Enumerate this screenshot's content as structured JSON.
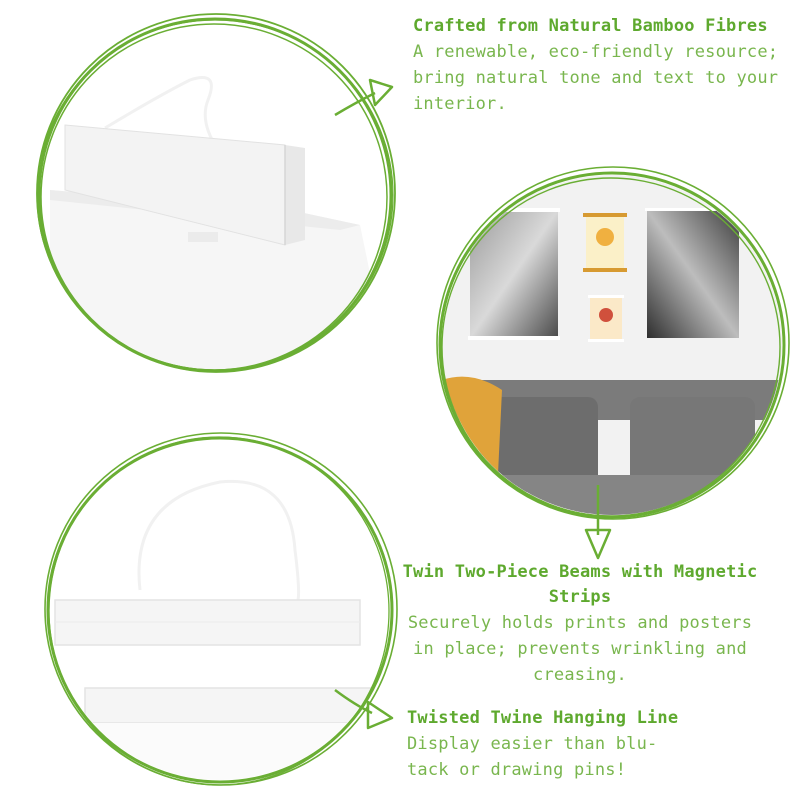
{
  "colors": {
    "accent": "#6aae34",
    "title": "#5ea92e",
    "text": "#79b64e"
  },
  "features": [
    {
      "title": "Crafted from Natural Bamboo Fibres",
      "description": "A renewable, eco-friendly resource; bring natural tone and text to your interior."
    },
    {
      "title": "Twin Two-Piece Beams with Magnetic Strips",
      "description": "Securely holds prints and posters in place; prevents wrinkling and creasing."
    },
    {
      "title": "Twisted Twine Hanging Line",
      "description": "Display easier than blu-tack or drawing pins!"
    }
  ],
  "images": {
    "top_left": "white-bamboo-beam-closeup",
    "middle_right": "posters-on-wall-above-grey-sofa",
    "bottom_left": "white-beams-with-hanging-line"
  }
}
